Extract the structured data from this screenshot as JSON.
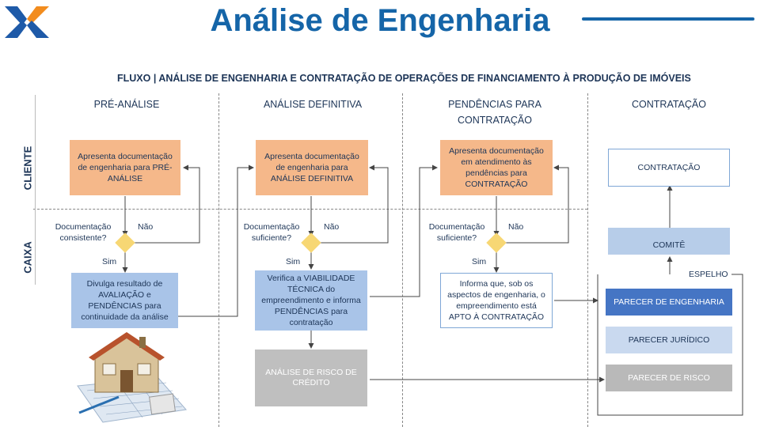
{
  "header": {
    "title": "Análise de Engenharia",
    "subtitle": "FLUXO | ANÁLISE DE ENGENHARIA E CONTRATAÇÃO DE OPERAÇÕES DE FINANCIAMENTO À PRODUÇÃO DE IMÓVEIS"
  },
  "lanes": {
    "cliente": "CLIENTE",
    "caixa": "CAIXA"
  },
  "columns": {
    "pre_analise": "PRÉ-ANÁLISE",
    "analise_definitiva": "ANÁLISE DEFINITIVA",
    "pendencias": "PENDÊNCIAS PARA CONTRATAÇÃO",
    "contratacao": "CONTRATAÇÃO"
  },
  "cliente_boxes": {
    "pre": "Apresenta documentação de engenharia para PRÉ-ANÁLISE",
    "definitiva": "Apresenta documentação de engenharia para ANÁLISE DEFINITIVA",
    "pendencias": "Apresenta documentação em atendimento às pendências para CONTRATAÇÃO",
    "contratacao": "CONTRATAÇÃO"
  },
  "decisions": {
    "d1_question": "Documentação consistente?",
    "d2_question": "Documentação suficiente?",
    "d3_question": "Documentação suficiente?",
    "no_label": "Não",
    "yes_label": "Sim"
  },
  "caixa_boxes": {
    "pre": "Divulga resultado de AVALIAÇÃO e PENDÊNCIAS para continuidade da análise",
    "definitiva": "Verifica a VIABILIDADE TÉCNICA do empreendimento e informa PENDÊNCIAS para contratação",
    "risco_credito": "ANÁLISE DE RISCO DE CRÉDITO",
    "pendencias": "Informa que, sob os aspectos de engenharia, o empreendimento está APTO À CONTRATAÇÃO",
    "comite": "COMITÊ",
    "espelho": "ESPELHO",
    "parecer_engenharia": "PARECER DE ENGENHARIA",
    "parecer_juridico": "PARECER JURÍDICO",
    "parecer_risco": "PARECER DE RISCO"
  },
  "colors": {
    "title": "#1565a8",
    "orange_box": "#f5b88a",
    "blue_box": "#a9c4e8",
    "gray_box": "#bfbfbf",
    "diamond": "#f7d774",
    "logo_blue": "#1e5aa8",
    "logo_orange": "#f28c1e"
  },
  "icons": {
    "logo": "caixa-x-logo",
    "illustration": "house-blueprint-illustration"
  }
}
